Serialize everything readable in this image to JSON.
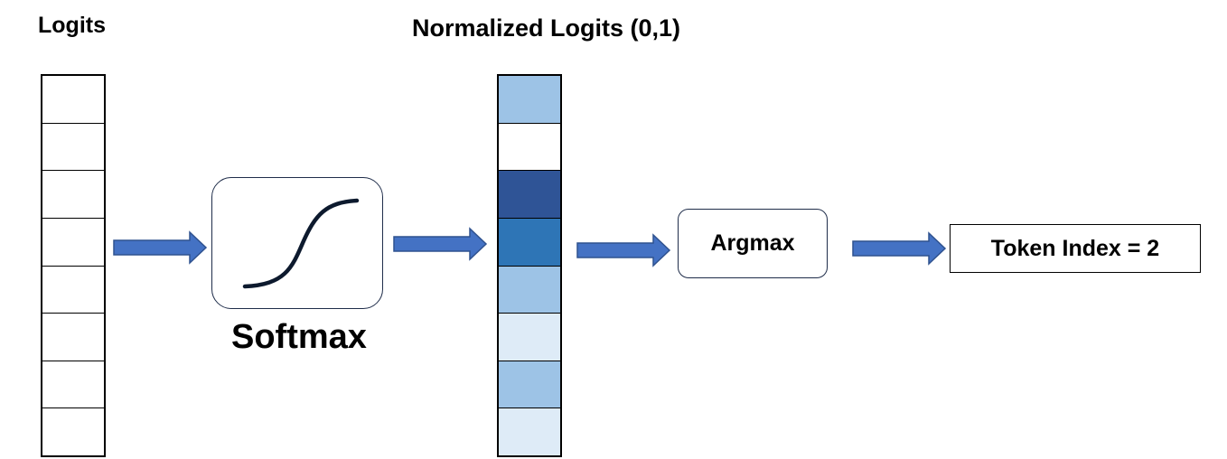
{
  "labels": {
    "logits": "Logits",
    "normalized": "Normalized Logits (0,1)",
    "softmax": "Softmax",
    "argmax": "Argmax",
    "token_index": "Token Index = 2"
  },
  "logits_cells": 8,
  "normalized_cells": [
    "#9dc3e6",
    "#ffffff",
    "#2f5496",
    "#2e75b6",
    "#9dc3e6",
    "#deebf7",
    "#9dc3e6",
    "#deebf7"
  ],
  "colors": {
    "arrow_fill": "#4472c4",
    "arrow_stroke": "#2f528f",
    "curve": "#0d1a2e"
  }
}
